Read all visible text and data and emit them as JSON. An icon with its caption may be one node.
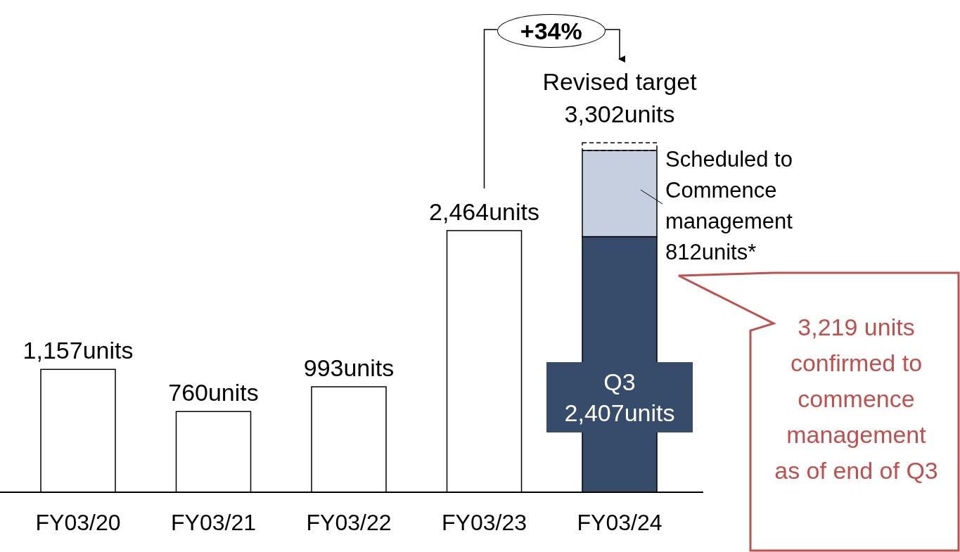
{
  "diagram": {
    "chart_data": {
      "type": "bar",
      "stacked": true,
      "categories": [
        "FY03/20",
        "FY03/21",
        "FY03/22",
        "FY03/23",
        "FY03/24"
      ],
      "series": [
        {
          "color": "#ffffff",
          "values": [
            1157,
            760,
            993,
            2464,
            null
          ],
          "value_labels": [
            "1,157units",
            "760units",
            "993units",
            "2,464units",
            null
          ]
        },
        {
          "color": "#374c6b",
          "values": [
            null,
            null,
            null,
            null,
            2407
          ],
          "value_labels": [
            null,
            null,
            null,
            null,
            "Q3 2,407units"
          ]
        },
        {
          "color": "#c5cfe0",
          "values": [
            null,
            null,
            null,
            null,
            812
          ]
        }
      ],
      "annotations": [
        "+34%",
        "Revised target 3,302units",
        "Scheduled to Commence management 812units*",
        "3,219 units confirmed to commence management as of end of Q3"
      ]
    }
  }
}
